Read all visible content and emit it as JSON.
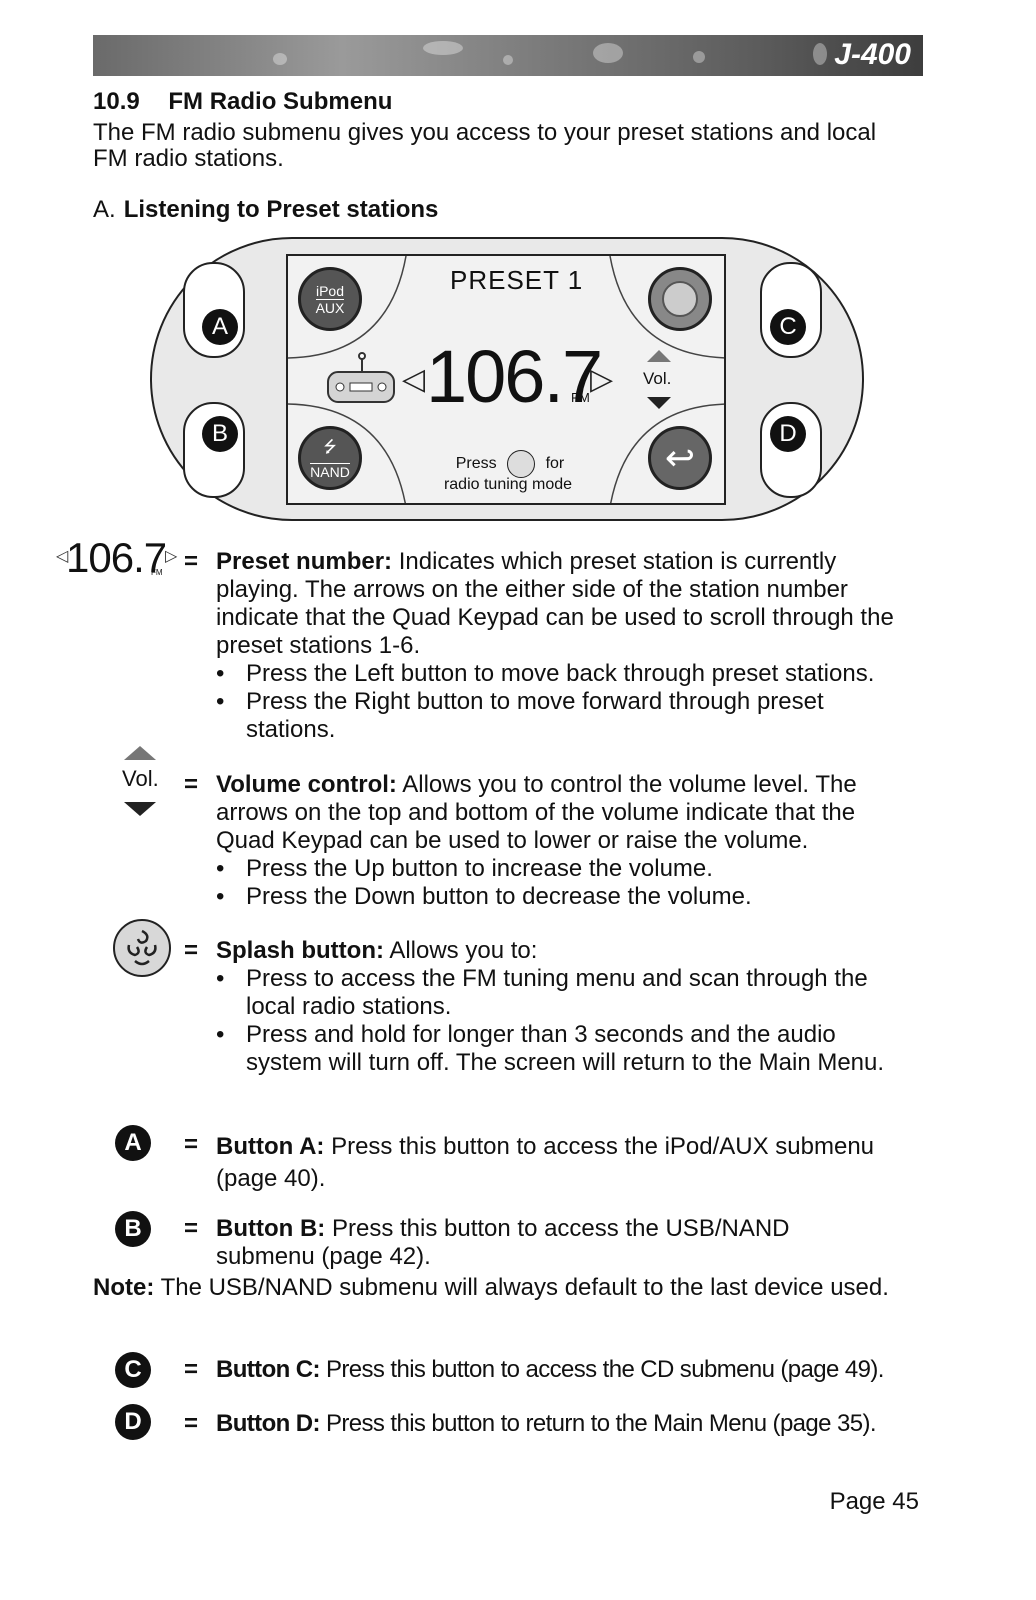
{
  "header": {
    "model": "J-400"
  },
  "section": {
    "number": "10.9",
    "title": "FM Radio Submenu",
    "intro": "The FM radio submenu gives you access to your preset stations and local FM radio stations."
  },
  "subsection": {
    "letter": "A.",
    "title": "Listening to Preset stations"
  },
  "display": {
    "preset_label": "PRESET 1",
    "frequency": "106.7",
    "band": "FM",
    "volume_label": "Vol.",
    "ipod_top": "iPod",
    "ipod_bottom": "AUX",
    "usb_bottom": "NAND",
    "press_label": "Press",
    "for_label": "for",
    "tuning_mode": "radio tuning mode",
    "keys": [
      "A",
      "B",
      "C",
      "D"
    ]
  },
  "descriptions": {
    "preset": {
      "icon_freq": "106.7",
      "icon_band": "FM",
      "term": "Preset number:",
      "text": "Indicates which preset station is currently playing. The arrows on the either side of the station number indicate that the Quad Keypad can be used to scroll through the preset stations 1-6.",
      "bullets": [
        "Press the Left button to move back through preset stations.",
        "Press the Right button to move forward through preset stations."
      ]
    },
    "volume": {
      "icon_label": "Vol.",
      "term": "Volume control:",
      "text": "Allows you to control the volume level. The arrows on the top and bottom of the volume indicate that the Quad Keypad can be used to lower or raise the volume.",
      "bullets": [
        "Press the Up button to increase the volume.",
        "Press the Down button to decrease the volume."
      ]
    },
    "splash": {
      "term": "Splash button:",
      "text": "Allows you to:",
      "bullets": [
        "Press to access the FM tuning menu and scan through the local radio stations.",
        "Press and hold for longer than 3 seconds and the audio system will turn off. The screen will return to the Main Menu."
      ]
    },
    "button_a": {
      "letter": "A",
      "term": "Button A:",
      "text": "Press this button to access the iPod/AUX submenu (page 40)."
    },
    "button_b": {
      "letter": "B",
      "term": "Button B:",
      "text": "Press this button to access the USB/NAND submenu (page 42)."
    },
    "note": {
      "term": "Note:",
      "text": "The USB/NAND submenu will always default to the last device used."
    },
    "button_c": {
      "letter": "C",
      "term": "Button C:",
      "text": "Press this button to access the CD submenu (page 49)."
    },
    "button_d": {
      "letter": "D",
      "term": "Button D:",
      "text": "Press this button to return to the Main Menu (page 35)."
    },
    "equals": "="
  },
  "footer": {
    "page": "Page 45"
  }
}
